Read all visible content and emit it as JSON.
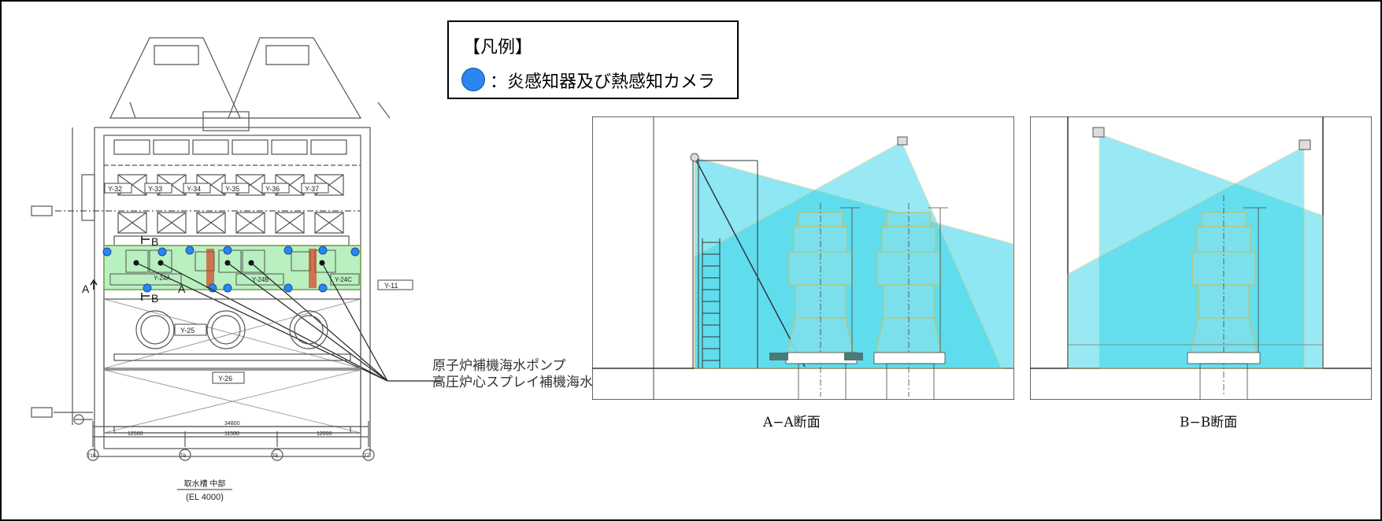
{
  "legend": {
    "title": "【凡例】",
    "item_text": "：炎感知器及び熱感知カメラ",
    "item_color": "#2a86f0"
  },
  "plan": {
    "room_labels": [
      "Y-32",
      "Y-33",
      "Y-34",
      "Y-35",
      "Y-36",
      "Y-37"
    ],
    "tag_y11": "Y-11",
    "tag_y25": "Y-25",
    "tag_y26": "Y-26",
    "tag_y24a": "Y-24A",
    "tag_y24b": "Y-24B",
    "tag_y24c": "Y-24C",
    "section_a": "A",
    "section_b": "B",
    "title": "取水槽 中部",
    "elevation": "(EL 4000)",
    "dim_total": "34800",
    "dim_1": "12500",
    "dim_2": "11500",
    "dim_3": "12000",
    "grid_labels": [
      "T10",
      "T9",
      "T8",
      "T7"
    ]
  },
  "pump_labels": {
    "line1": "原子炉補機海水ポンプ",
    "line2": "高圧炉心スプレイ補機海水ポンプ"
  },
  "sections": {
    "aa": "A−A断面",
    "bb": "B−B断面"
  },
  "colors": {
    "coverage": "#33d4e8",
    "highlight": "#b8f0c0",
    "line": "#333333"
  }
}
